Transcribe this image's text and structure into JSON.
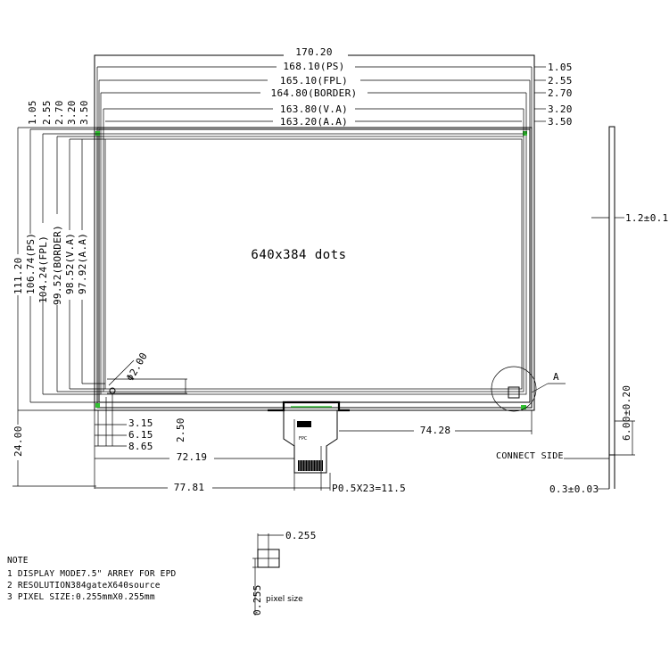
{
  "panel": {
    "center_text": "640x384 dots"
  },
  "top_dims": {
    "overall": "170.20",
    "ps": "168.10(PS)",
    "fpl": "165.10(FPL)",
    "border": "164.80(BORDER)",
    "va": "163.80(V.A)",
    "aa": "163.20(A.A)"
  },
  "right_offsets": [
    "1.05",
    "2.55",
    "2.70",
    "3.20",
    "3.50"
  ],
  "left_offsets": [
    "1.05",
    "2.55",
    "2.70",
    "3.20",
    "3.50"
  ],
  "left_dims": {
    "overall": "111.20",
    "ps": "106.74(PS)",
    "fpl": "104.24(FPL)",
    "border": "99.52(BORDER)",
    "va": "98.52(V.A)",
    "aa": "97.92(A.A)",
    "bottom": "24.00"
  },
  "bottom_dims": {
    "d315": "3.15",
    "d615": "6.15",
    "d865": "8.65",
    "d250": "2.50",
    "hole": "Φ2.00",
    "d7219": "72.19",
    "d7781": "77.81",
    "d7428": "74.28",
    "pitch": "P0.5X23=11.5"
  },
  "detail_label": "A",
  "side_view": {
    "thickness": "1.2±0.1",
    "tail": "6.00±0.20",
    "fpc": "0.3±0.03",
    "connect": "CONNECT SIDE"
  },
  "pixel": {
    "w": "0.255",
    "h": "0.255",
    "label": "pixel size"
  },
  "notes": {
    "title": "NOTE",
    "lines": [
      "1 DISPLAY MODE7.5\" ARREY FOR EPD",
      "2 RESOLUTION384gateX640source",
      "3 PIXEL SIZE:0.255mmX0.255mm"
    ]
  },
  "colors": {
    "line": "#000000",
    "fpc_pink": "#e040c0",
    "fpc_green": "#40c040",
    "corner_green": "#30c030"
  }
}
